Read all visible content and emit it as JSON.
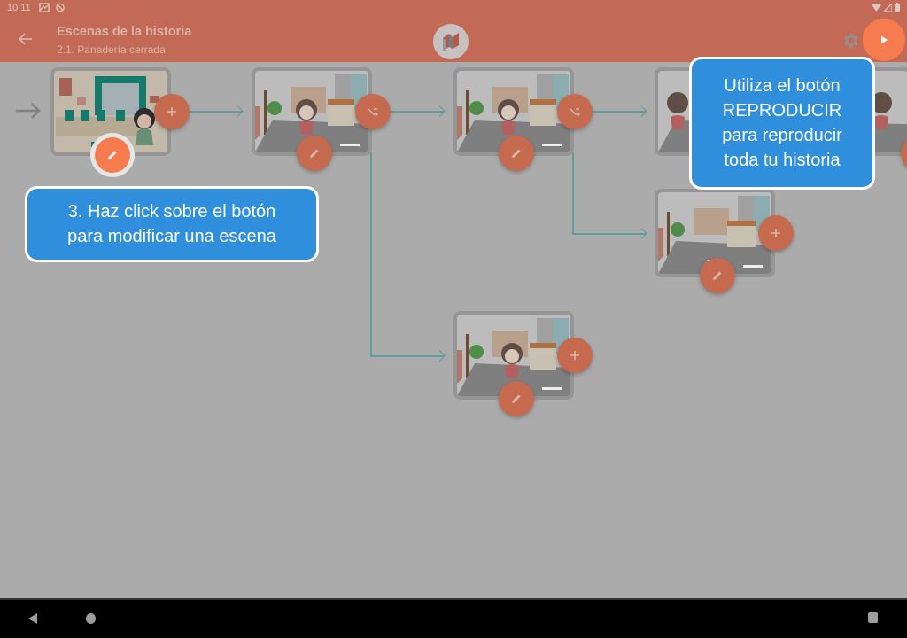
{
  "status_bar": {
    "time": "10:11",
    "left_icons": [
      "gallery-icon",
      "sync-disabled-icon"
    ],
    "right_icons": [
      "wifi-icon",
      "signal-icon",
      "battery-icon"
    ]
  },
  "app_bar": {
    "title": "Escenas de la historia",
    "subtitle": "2.1. Panadería cerrada",
    "back_icon": "arrow-back-icon",
    "logo": "app-logo",
    "settings_icon": "gear-icon",
    "play_icon": "play-icon"
  },
  "colors": {
    "app_bar": "#c26a55",
    "accent_fab": "#f67b4f",
    "fab_dimmed": "#c5694f",
    "connector": "#5e9e9a",
    "tooltip": "#2f8fdd",
    "overlay_bg": "#ababab"
  },
  "scenes": [
    {
      "id": "scene-1",
      "image": "living-room-girl",
      "action_icon": "plus-icon",
      "edit_icon": "pencil-icon",
      "highlighted": true
    },
    {
      "id": "scene-2",
      "image": "street-bakery-girl",
      "action_icon": "shuffle-icon",
      "edit_icon": "pencil-icon"
    },
    {
      "id": "scene-3",
      "image": "street-bakery-girl",
      "action_icon": "shuffle-icon",
      "edit_icon": "pencil-icon"
    },
    {
      "id": "scene-4",
      "image": "street-bakery-girl-back",
      "action_icon": "plus-icon",
      "edit_icon": "pencil-icon"
    },
    {
      "id": "scene-5",
      "image": "street-bakery",
      "action_icon": "plus-icon",
      "edit_icon": "pencil-icon"
    },
    {
      "id": "scene-6",
      "image": "street-bakery-girl-angry",
      "action_icon": "plus-icon",
      "edit_icon": "pencil-icon"
    }
  ],
  "tooltips": {
    "edit_scene": "3. Haz click sobre el botón para modificar una escena",
    "edit_scene_line1": "3. Haz click sobre el botón",
    "edit_scene_line2": "para modificar una escena",
    "play_line1": "Utiliza el botón",
    "play_line2": "REPRODUCIR",
    "play_line3": "para reproducir",
    "play_line4": "toda tu historia"
  },
  "nav_bar": {
    "back": "nav-back-icon",
    "home": "nav-home-icon",
    "recents": "nav-recents-icon"
  }
}
